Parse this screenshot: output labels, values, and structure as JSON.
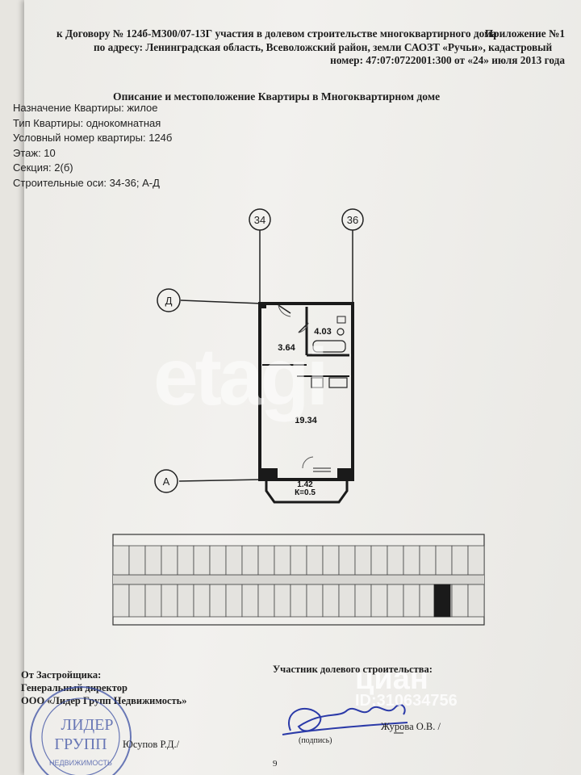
{
  "header": {
    "line1_left": "к Договору № 124б-М300/07-13Г участия в долевом строительстве многоквартирного дома",
    "line1_right": "Приложение №1",
    "line2": "по адресу: Ленинградская область, Всеволожский район, земли САОЗТ «Ручьи», кадастровый",
    "line3": "номер: 47:07:0722001:300 от «24» июля 2013 года"
  },
  "title": "Описание и местоположение Квартиры в Многоквартирном доме",
  "properties": [
    "Назначение Квартиры:  жилое",
    "Тип Квартиры: однокомнатная",
    "Условный номер квартиры: 124б",
    "Этаж: 10",
    "Секция: 2(б)",
    "Строительные оси: 34-36; А-Д"
  ],
  "plan": {
    "axis_labels": [
      "34",
      "36",
      "Д",
      "А"
    ],
    "areas": {
      "bath": "4.03",
      "hall": "3.64",
      "room": "19.34",
      "balcony": "1.42",
      "balcony_k": "К=0.5"
    }
  },
  "signatures": {
    "developer_lines": [
      "От Застройщика:",
      "Генеральный директор",
      "ООО «Лидер Групп Недвижимость»"
    ],
    "developer_name": "Юсупов Р.Д./",
    "participant_title": "Участник долевого строительства:",
    "participant_name": "Журова О.В. /",
    "signature_caption": "(подпись)",
    "stamp_text": [
      "ЛИДЕР",
      "ГРУПП",
      "НЕДВИЖИМОСТЬ"
    ]
  },
  "page_number": "9",
  "watermarks": {
    "etagi": "etagi",
    "cian": "циан",
    "cian_id": "ID:310634756"
  }
}
